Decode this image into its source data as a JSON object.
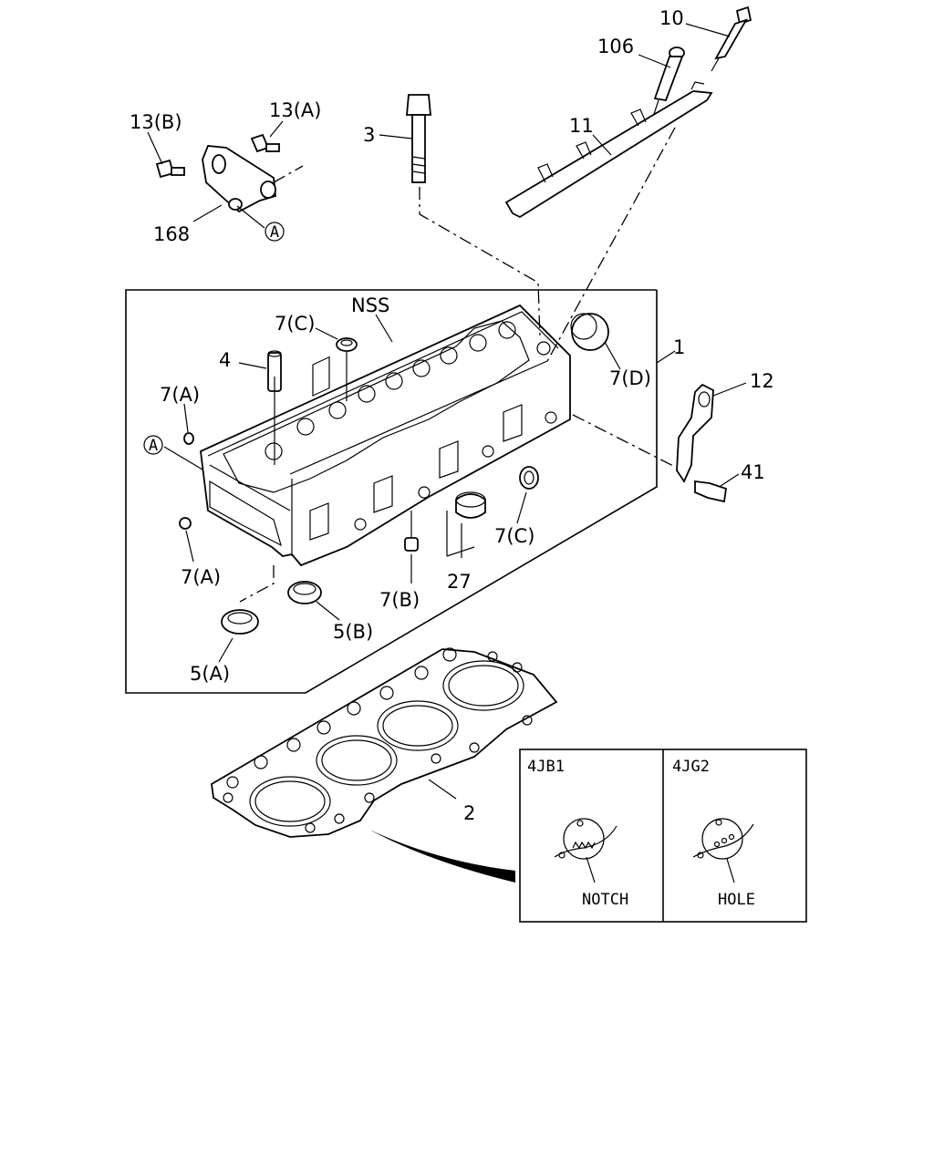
{
  "labels": {
    "p10": "10",
    "p106": "106",
    "p11": "11",
    "p3": "3",
    "p13a": "13(A)",
    "p13b": "13(B)",
    "p168": "168",
    "pA_top": "A",
    "pNSS": "NSS",
    "p7c_top": "7(C)",
    "p4": "4",
    "p7a_top": "7(A)",
    "pA_left": "A",
    "p7d": "7(D)",
    "p1": "1",
    "p12": "12",
    "p41": "41",
    "p7c_right": "7(C)",
    "p27": "27",
    "p7b": "7(B)",
    "p7a_bottom": "7(A)",
    "p5b": "5(B)",
    "p5a": "5(A)",
    "p2": "2"
  },
  "inset": {
    "left_title": "4JB1",
    "right_title": "4JG2",
    "left_caption": "NOTCH",
    "right_caption": "HOLE"
  }
}
